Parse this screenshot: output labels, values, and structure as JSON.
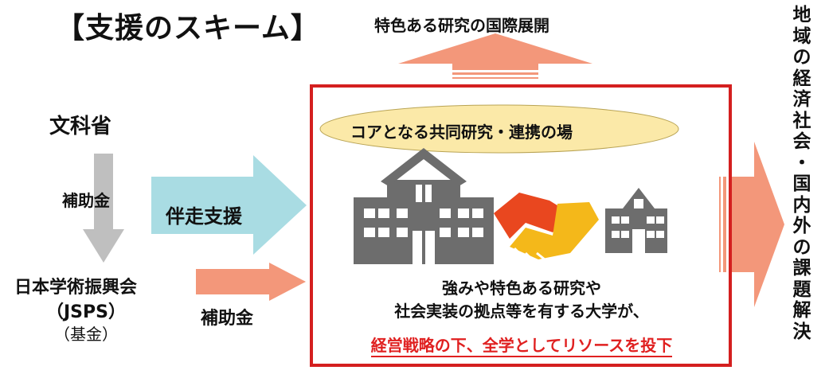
{
  "title": "【支援のスキーム】",
  "top_label": "特色ある研究の国際展開",
  "left": {
    "ministry": "文科省",
    "subsidy_top": "補助金",
    "jsps_name": "日本学術振興会",
    "jsps_abbr": "（JSPS）",
    "jsps_fund": "（基金）",
    "subsidy_bottom": "補助金",
    "support_label": "伴走支援"
  },
  "center": {
    "core_label": "コアとなる共同研究・連携の場",
    "university_line1": "強みや特色ある研究や",
    "university_line2": "社会実装の拠点等を有する大学が、",
    "university_line3": "経営戦略の下、全学としてリソースを投下"
  },
  "right": {
    "vertical_text": "地域の経済社会・国内外の課題解決"
  },
  "colors": {
    "arrow_salmon": "#f3977a",
    "arrow_blue": "#a9dce3",
    "arrow_gray": "#bfbfbf",
    "ellipse_fill": "#fbe9a8",
    "box_border": "#d41f1f",
    "building": "#6d6d6d",
    "hand_red": "#e9471f",
    "hand_yellow": "#f4b81a"
  },
  "icons": {
    "building_large": "school-building-icon",
    "handshake": "handshake-icon",
    "building_small": "school-building-icon"
  }
}
